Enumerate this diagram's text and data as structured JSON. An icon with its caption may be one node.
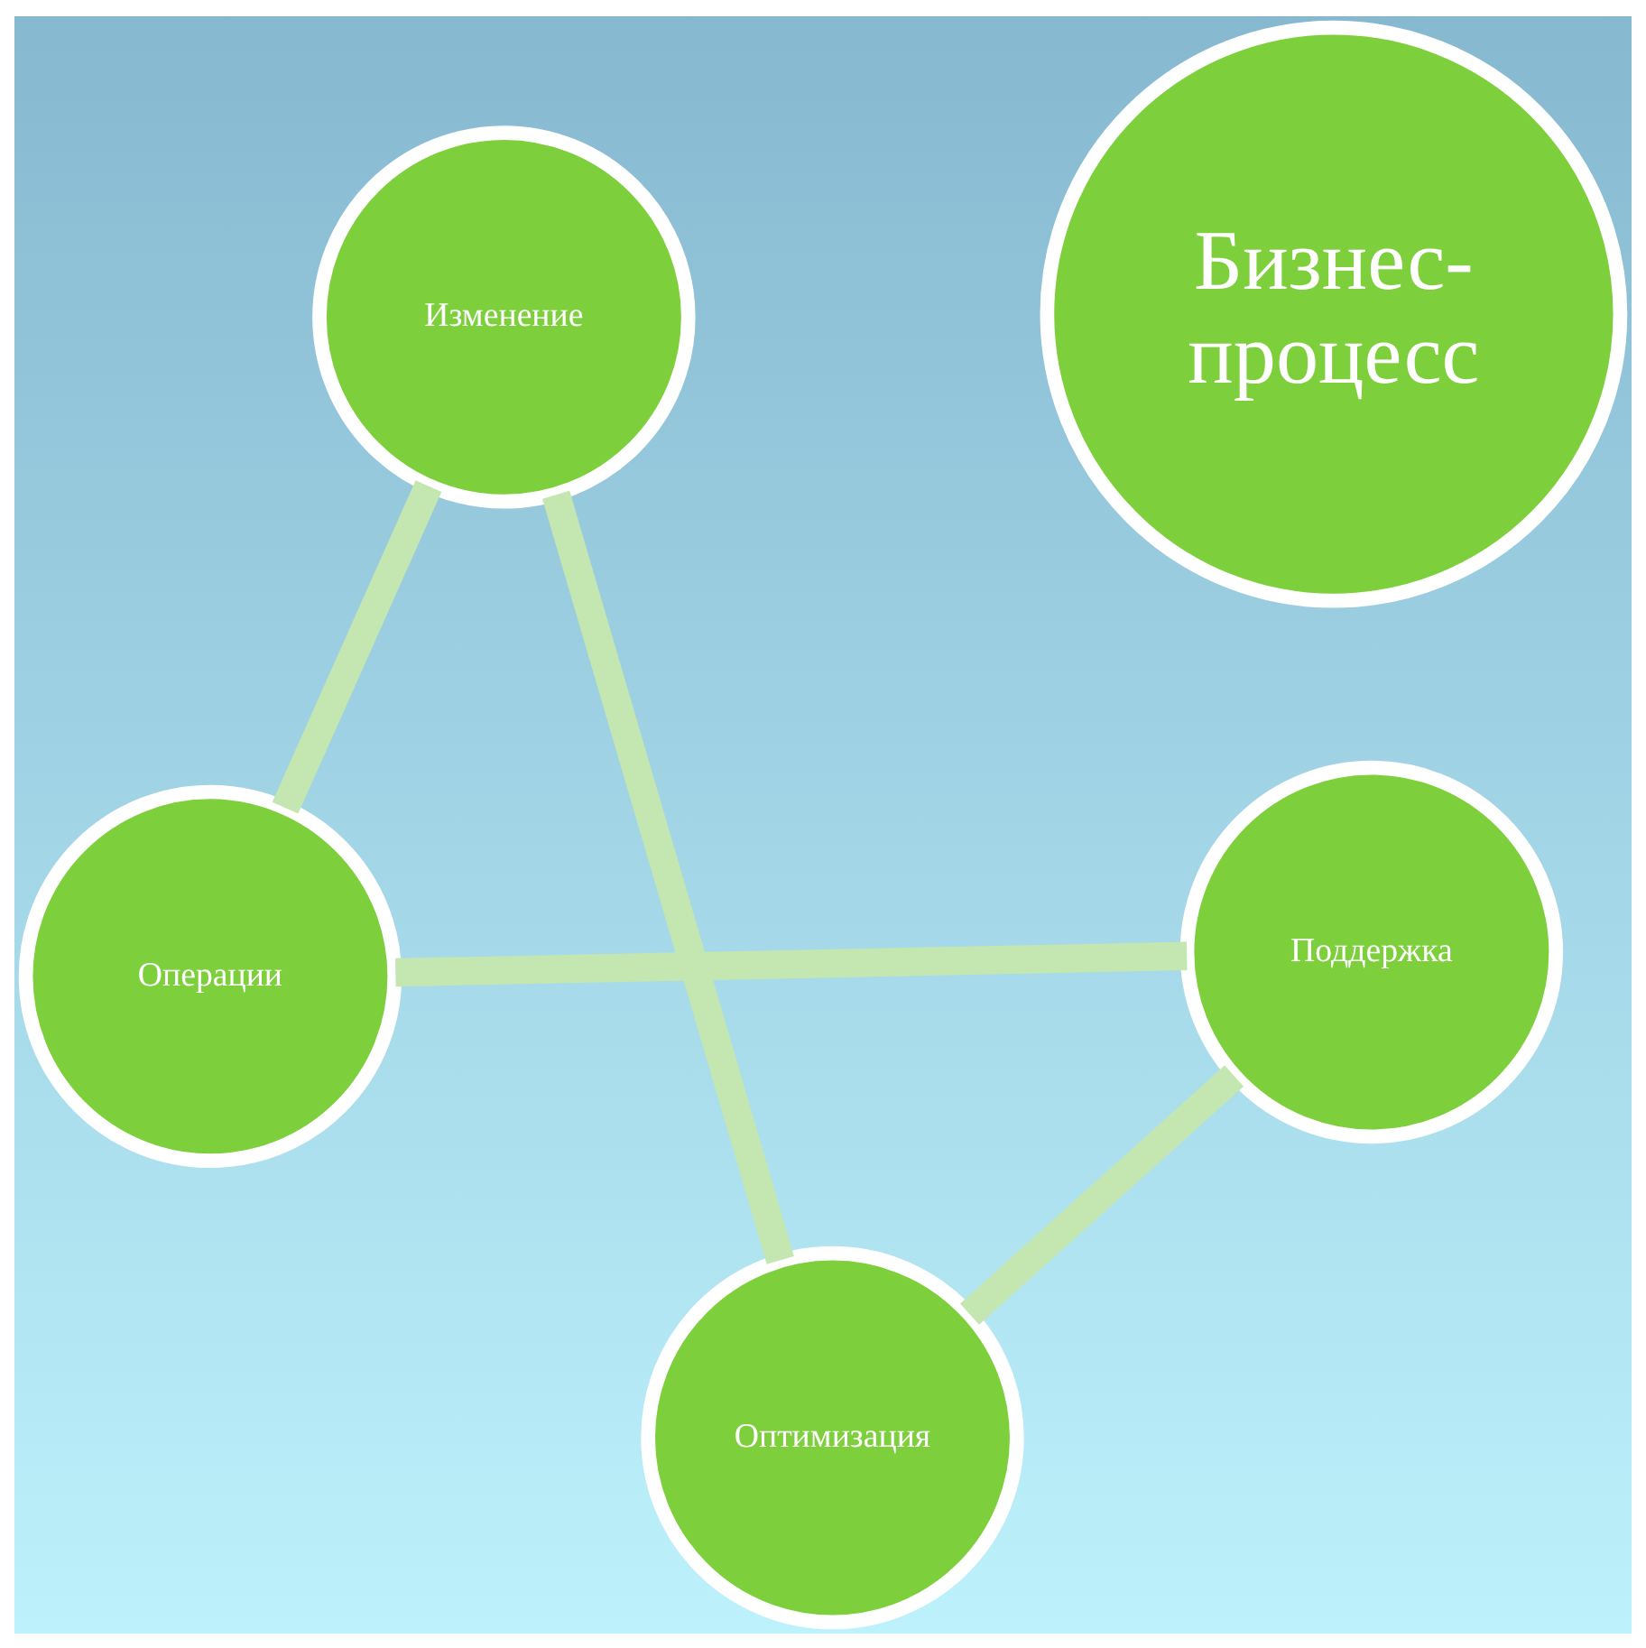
{
  "diagram": {
    "nodes": [
      {
        "text": [
          "Бизнес-процесс"
        ]
      },
      {
        "text": [
          "Операции"
        ]
      },
      {
        "text": [
          "Поддержка"
        ]
      },
      {
        "text": [
          "Оптимизация"
        ]
      },
      {
        "text": [
          "Изменение"
        ]
      }
    ],
    "edges": [
      {
        "from": 1,
        "to": 2,
        "arrow": "none"
      },
      {
        "from": 2,
        "to": 3,
        "arrow": "none"
      },
      {
        "from": 3,
        "to": 4,
        "arrow": "none"
      },
      {
        "from": 4,
        "to": 1,
        "arrow": "none"
      }
    ]
  }
}
